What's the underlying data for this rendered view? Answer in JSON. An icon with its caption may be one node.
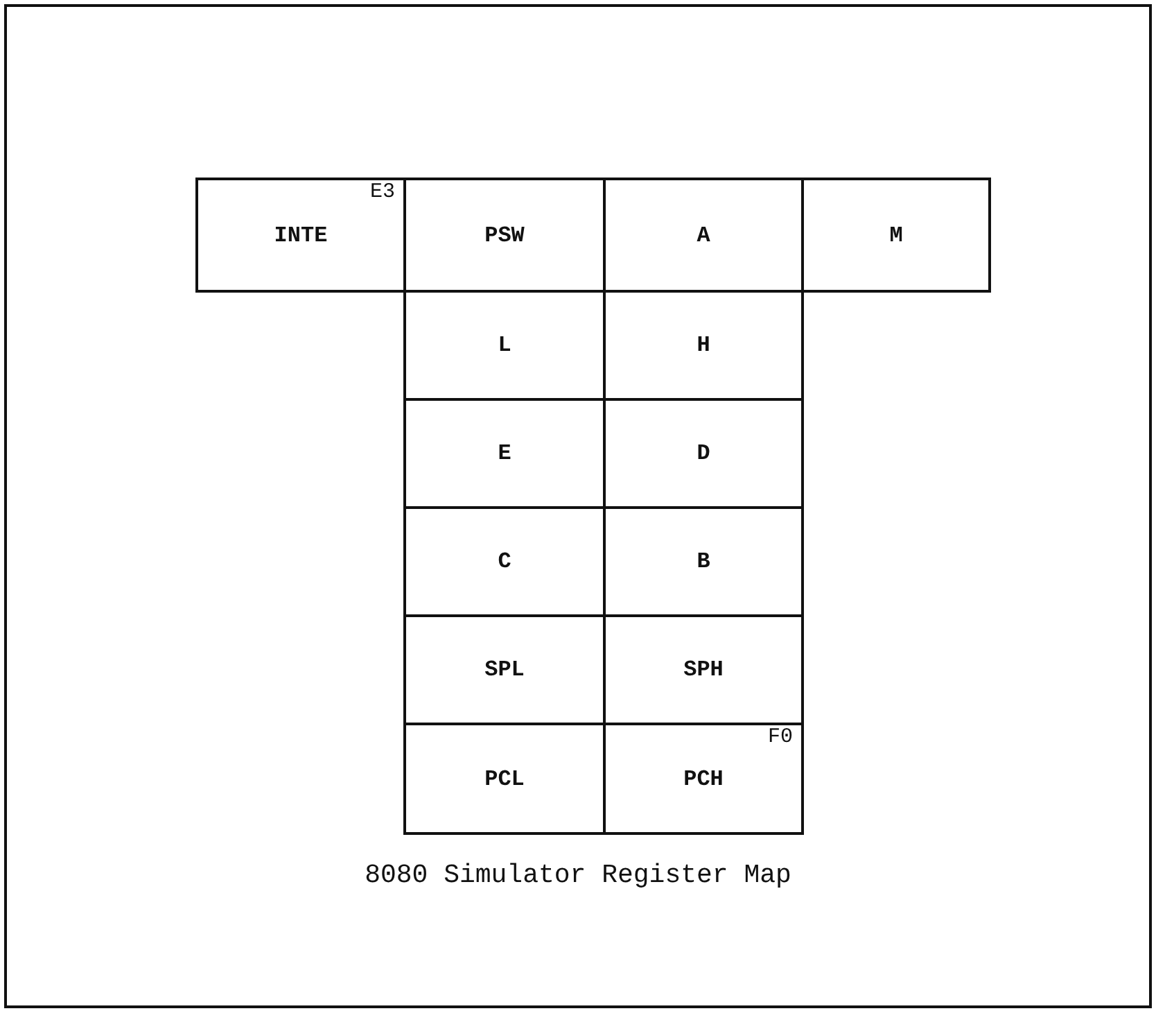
{
  "diagram": {
    "caption": "8080 Simulator Register Map",
    "nodes": [
      {
        "text": [
          "INTE",
          "E3"
        ]
      },
      {
        "text": [
          "PSW"
        ]
      },
      {
        "text": [
          "A"
        ]
      },
      {
        "text": [
          "M"
        ]
      },
      {
        "text": [
          "L"
        ]
      },
      {
        "text": [
          "H"
        ]
      },
      {
        "text": [
          "E"
        ]
      },
      {
        "text": [
          "D"
        ]
      },
      {
        "text": [
          "C"
        ]
      },
      {
        "text": [
          "B"
        ]
      },
      {
        "text": [
          "SPL"
        ]
      },
      {
        "text": [
          "SPH"
        ]
      },
      {
        "text": [
          "PCL"
        ]
      },
      {
        "text": [
          "PCH",
          "F0"
        ]
      }
    ]
  }
}
